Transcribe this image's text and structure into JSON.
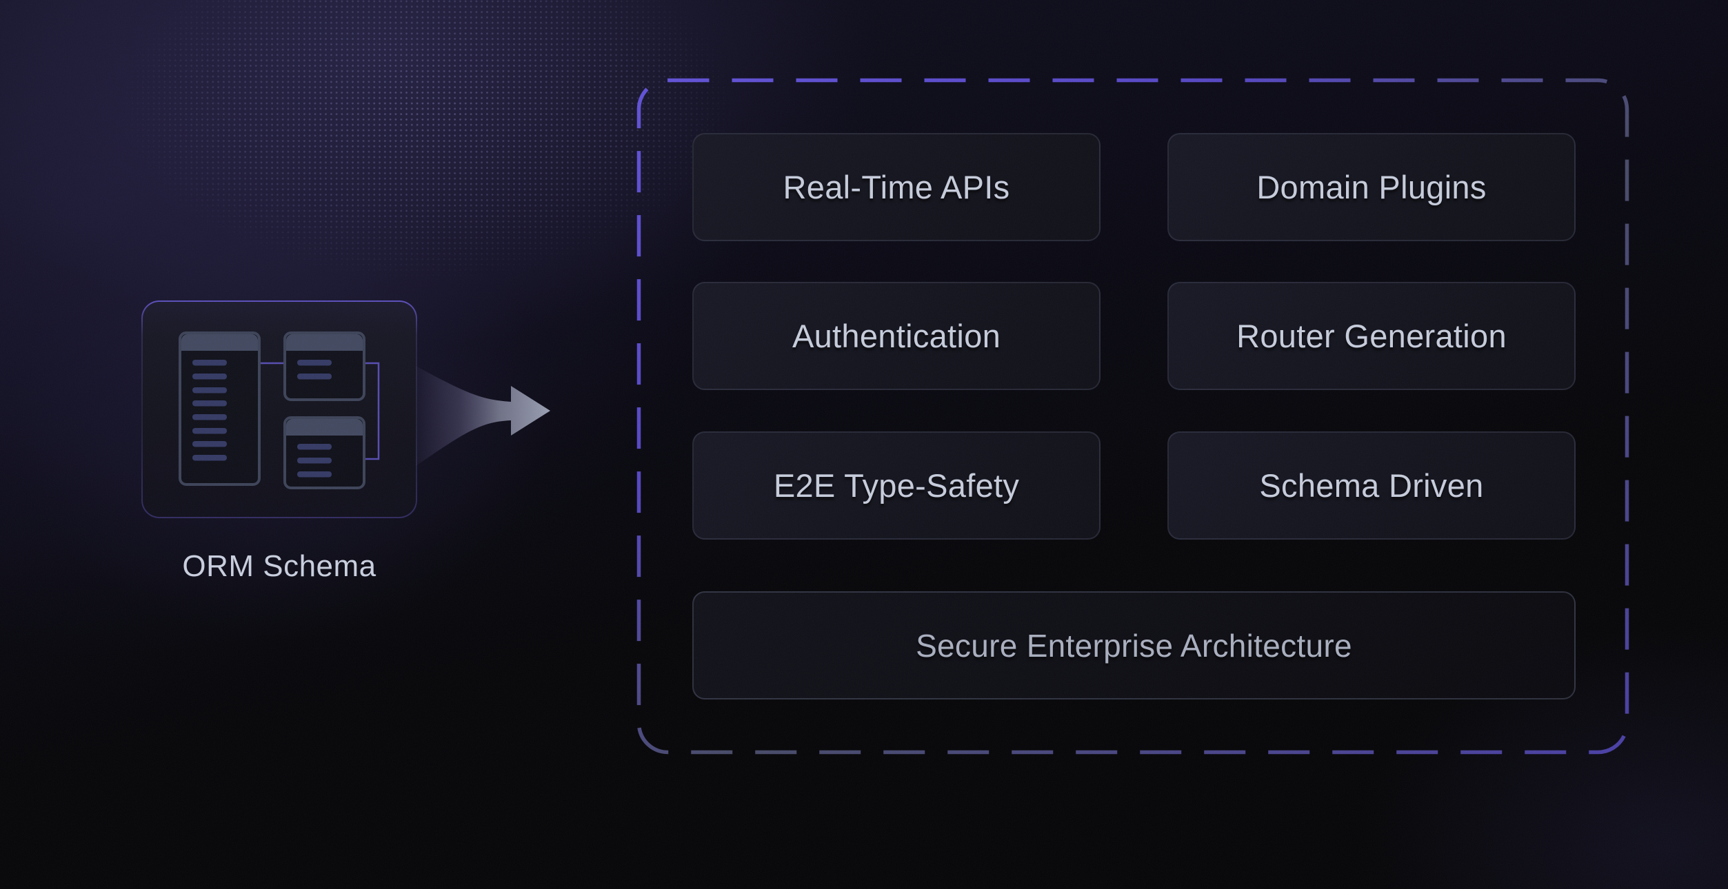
{
  "diagram": {
    "source": {
      "label": "ORM Schema",
      "icon": "database-schema"
    },
    "flow": {
      "icon": "arrow-right"
    },
    "stack": {
      "features": [
        {
          "label": "Real-Time APIs"
        },
        {
          "label": "Domain Plugins"
        },
        {
          "label": "Authentication"
        },
        {
          "label": "Router Generation"
        },
        {
          "label": "E2E Type-Safety"
        },
        {
          "label": "Schema Driven"
        }
      ],
      "foundation": {
        "label": "Secure Enterprise Architecture"
      }
    }
  },
  "colors": {
    "background": "#070710",
    "dashed_border_bright": "#6152d6",
    "dashed_border_muted": "#474a66",
    "dashed_border_low": "#4a3fa6",
    "box_background": "#13131d",
    "box_border": "#383d50",
    "box_text": "#c6ccdb",
    "foundation_text": "#a9afbf",
    "source_label_text": "#c9cfdf",
    "arrow": "#979cb0",
    "schema_outline": "#3d4358",
    "schema_header": "#424960",
    "schema_row": "#343a64",
    "schema_connector": "#564cb0",
    "halftone_dot": "#45436a"
  }
}
